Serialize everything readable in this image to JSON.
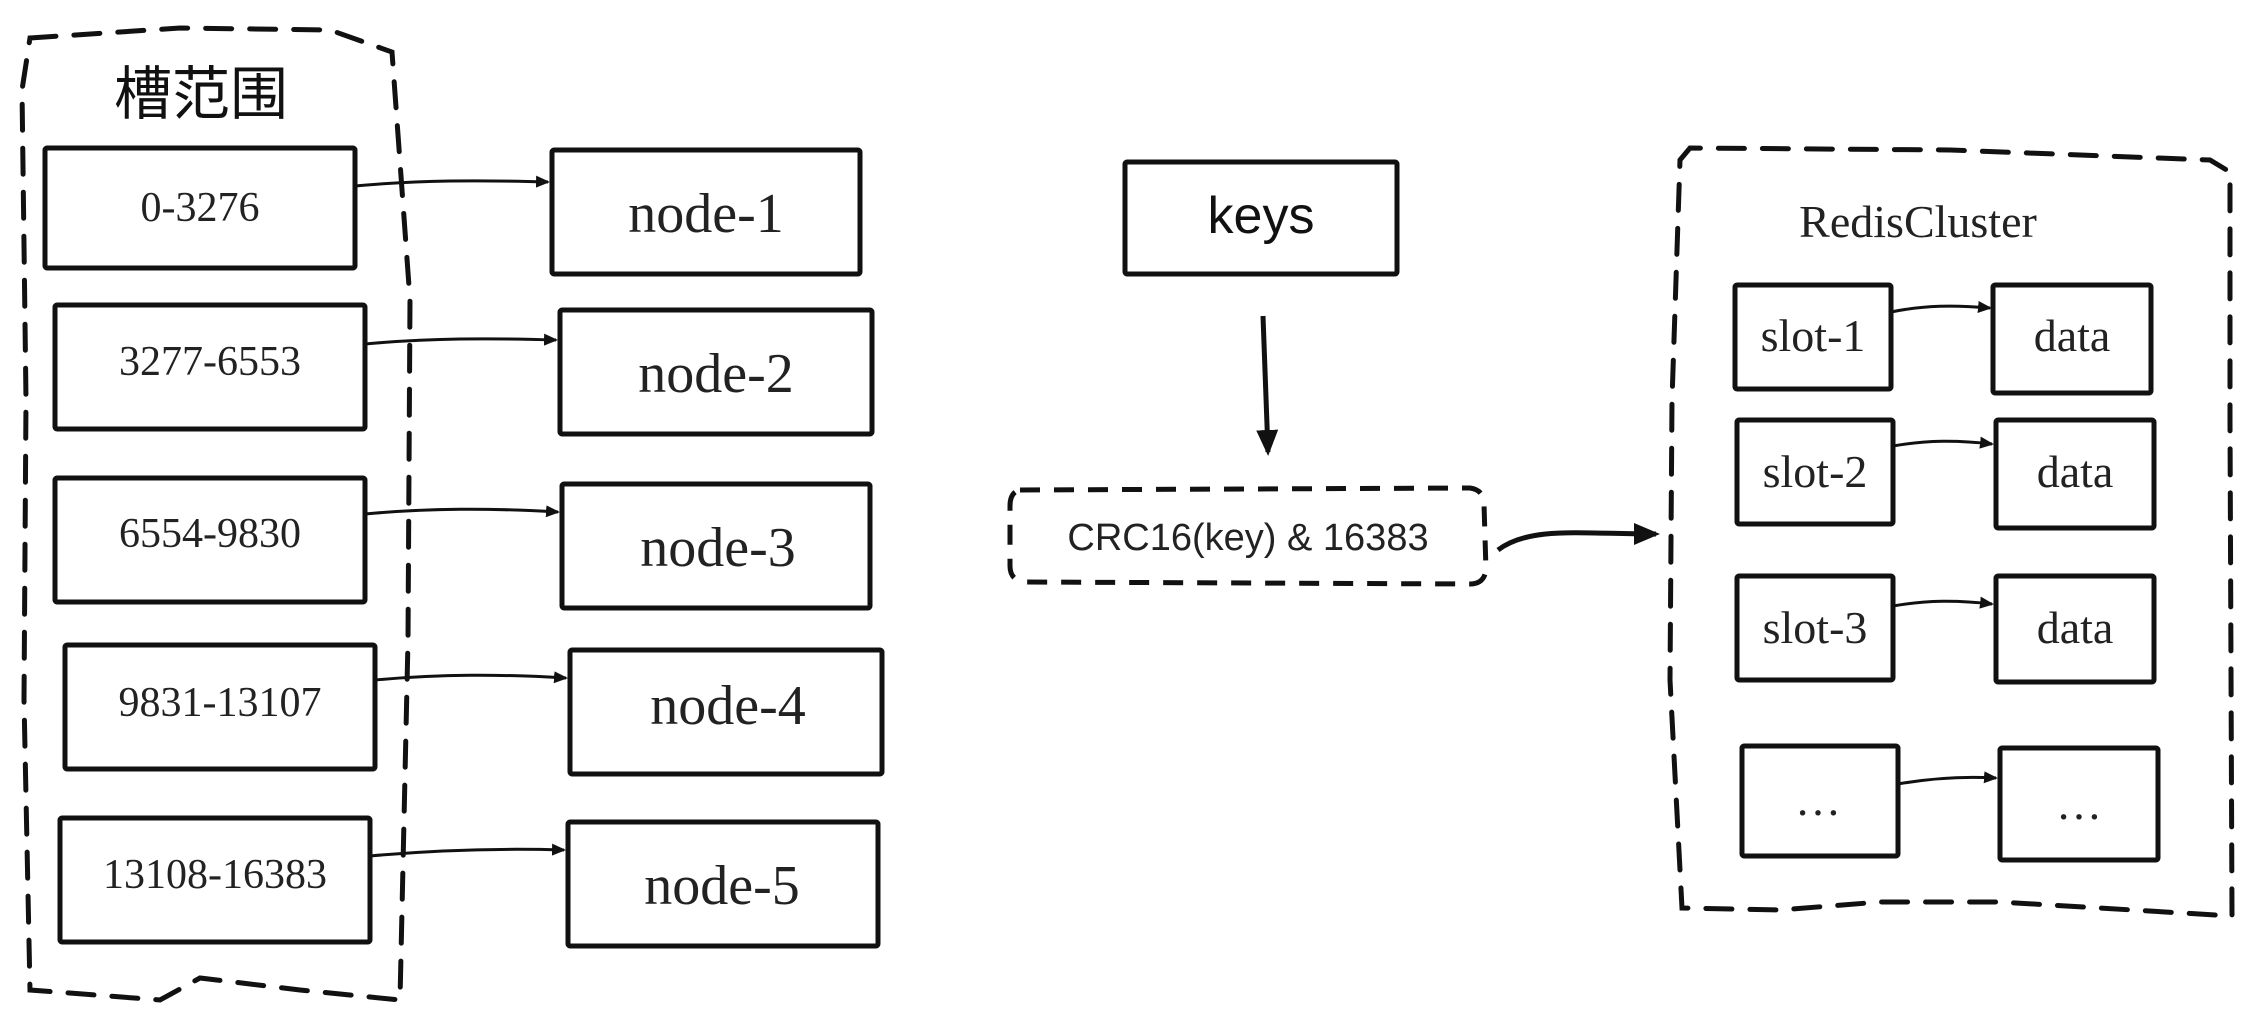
{
  "slot_range": {
    "title": "槽范围",
    "ranges": [
      "0-3276",
      "3277-6553",
      "6554-9830",
      "9831-13107",
      "13108-16383"
    ]
  },
  "nodes": [
    "node-1",
    "node-2",
    "node-3",
    "node-4",
    "node-5"
  ],
  "keys_label": "keys",
  "hash_formula": "CRC16(key) & 16383",
  "redis_cluster": {
    "title": "RedisCluster",
    "slots": [
      {
        "slot": "slot-1",
        "data": "data"
      },
      {
        "slot": "slot-2",
        "data": "data"
      },
      {
        "slot": "slot-3",
        "data": "data"
      },
      {
        "slot": "…",
        "data": "…"
      }
    ]
  },
  "colors": {
    "stroke": "#111111",
    "background": "#ffffff"
  }
}
